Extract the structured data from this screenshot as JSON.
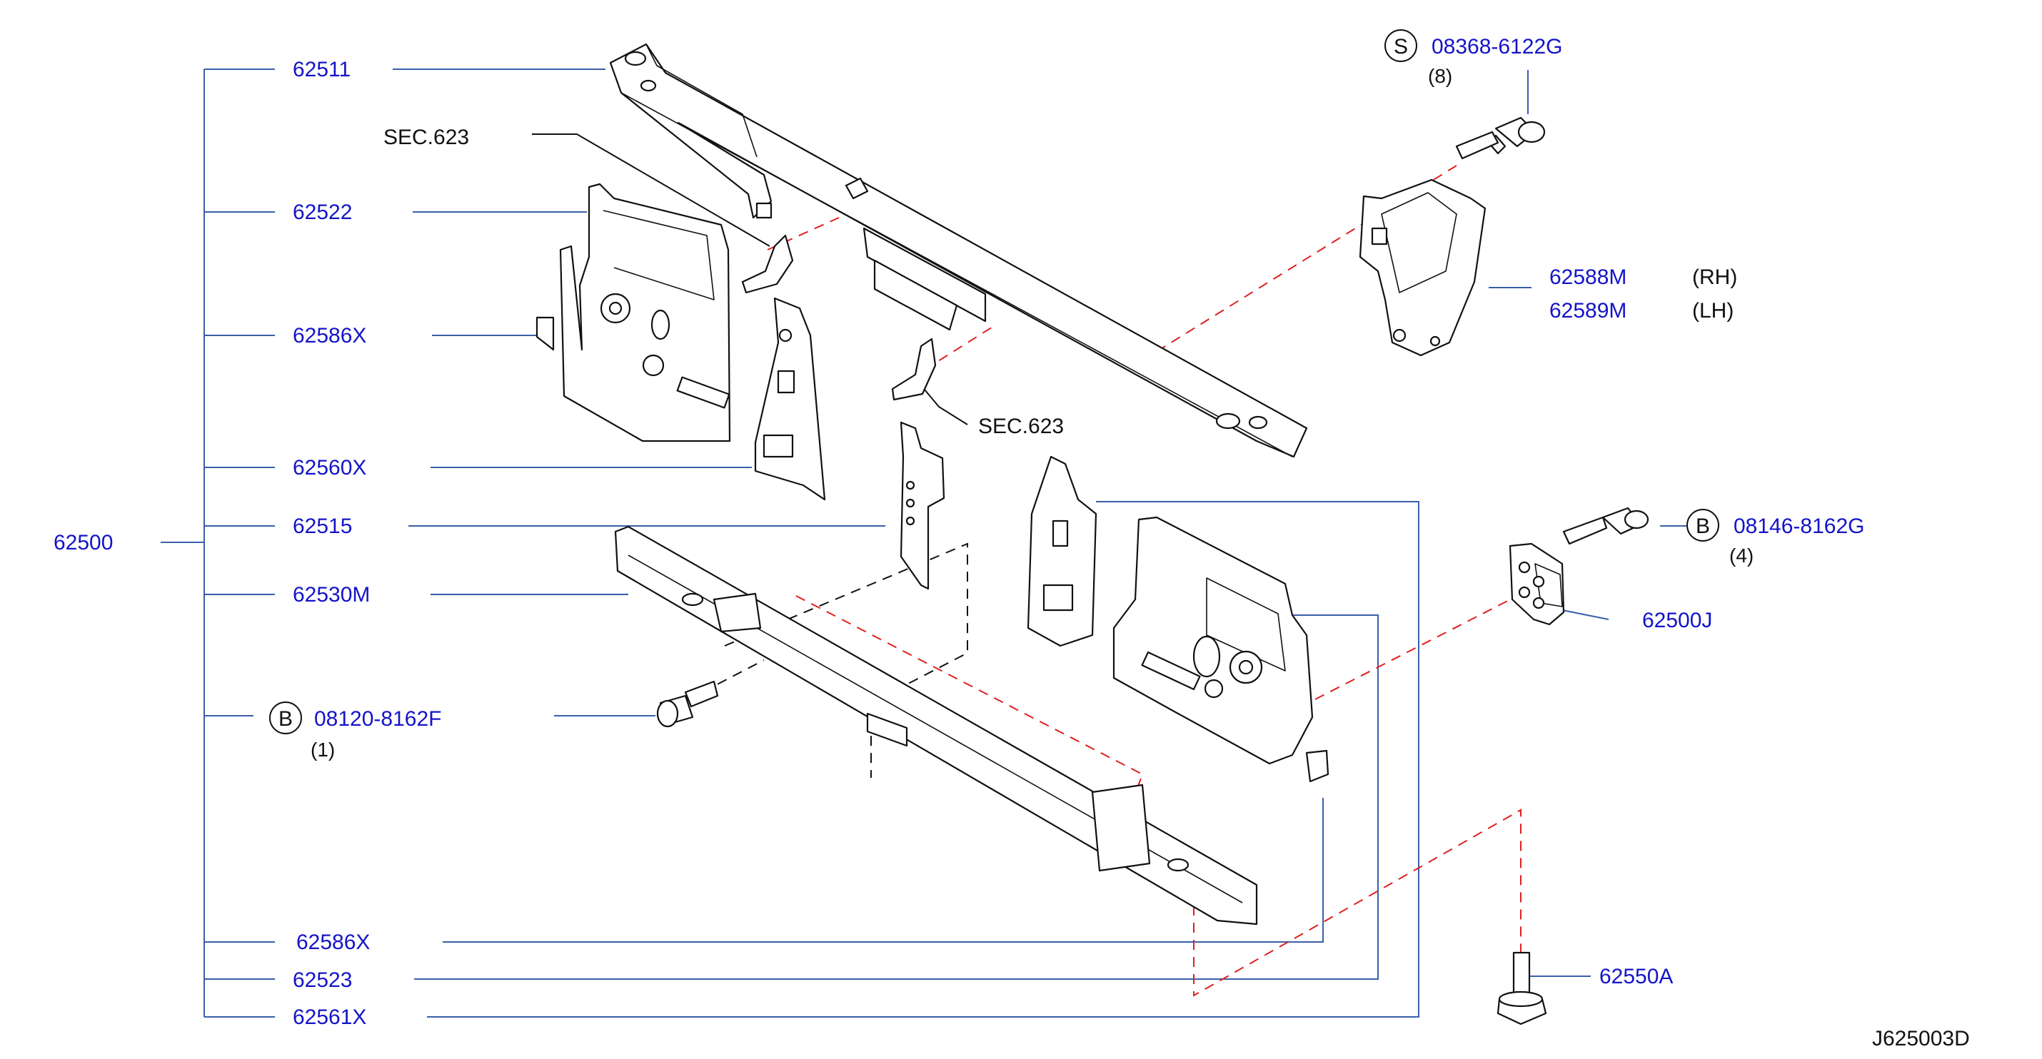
{
  "labels": {
    "p62511": "62511",
    "p62522": "62522",
    "p62586x_top": "62586X",
    "p62560x": "62560X",
    "p62515": "62515",
    "p62530m": "62530M",
    "p62500": "62500",
    "p62586x_bottom": "62586X",
    "p62523": "62523",
    "p62561x": "62561X",
    "p62588m": "62588M",
    "p62589m": "62589M",
    "rh": "(RH)",
    "lh": "(LH)",
    "p62500j": "62500J",
    "p62550a": "62550A",
    "sec623_a": "SEC.623",
    "sec623_b": "SEC.623",
    "diagram_code": "J625003D"
  },
  "fasteners": {
    "s_badge": "S",
    "s_part": "08368-6122G",
    "s_qty": "(8)",
    "b1_badge": "B",
    "b1_part": "08146-8162G",
    "b1_qty": "(4)",
    "b2_badge": "B",
    "b2_part": "08120-8162F",
    "b2_qty": "(1)"
  },
  "colors": {
    "part_number": "#1414c8",
    "leader_blue": "#3a5fa8",
    "dash_red": "#e02020",
    "ink": "#111111"
  }
}
